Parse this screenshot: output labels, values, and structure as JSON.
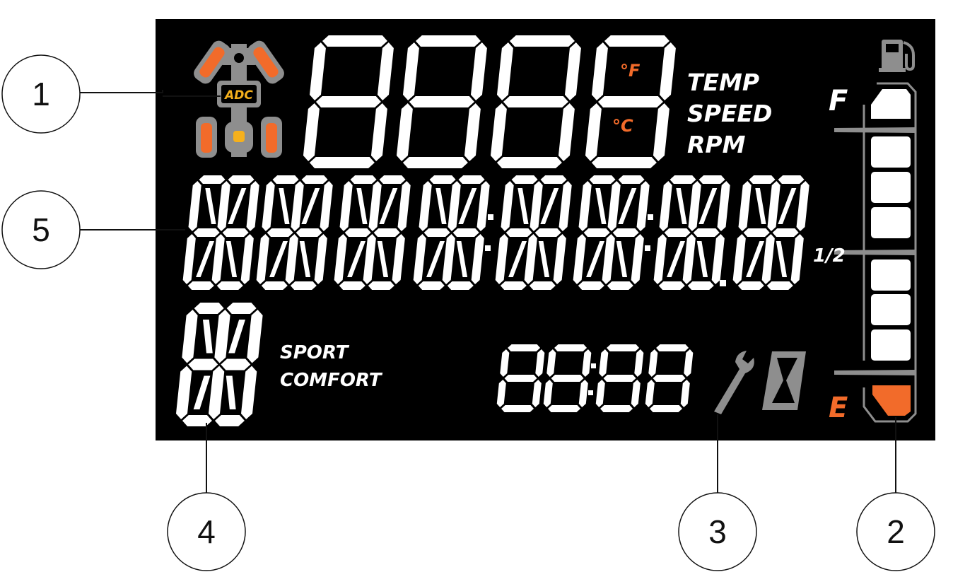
{
  "colors": {
    "panel": "#000000",
    "segment": "#ffffff",
    "accent": "#f26b2a",
    "amber": "#f5b01c",
    "gray": "#8e8e8e"
  },
  "drive_indicator": {
    "label": "ADC",
    "icon": "vehicle-drive-mode-icon"
  },
  "top_display": {
    "units": {
      "fahrenheit": "°F",
      "celsius": "°C"
    },
    "modes": [
      "TEMP",
      "SPEED",
      "RPM"
    ]
  },
  "mode_labels": [
    "SPORT",
    "COMFORT"
  ],
  "fuel_gauge": {
    "icon": "fuel-pump-icon",
    "full_label": "F",
    "half_label": "1/2",
    "empty_label": "E",
    "bars_total": 8,
    "bars_lit": 8
  },
  "icons": {
    "maintenance": "wrench-icon",
    "hour_meter": "hourglass-icon"
  },
  "callouts": [
    "1",
    "2",
    "3",
    "4",
    "5"
  ]
}
